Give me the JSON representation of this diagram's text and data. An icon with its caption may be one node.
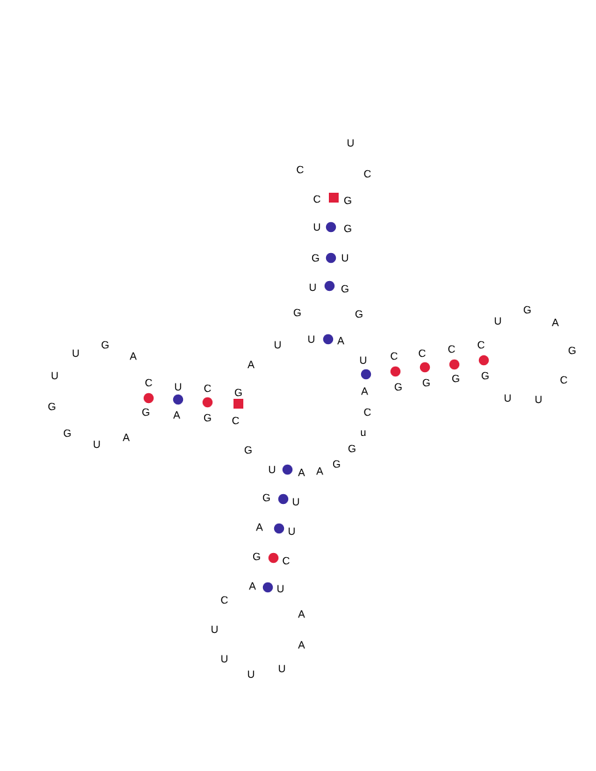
{
  "diagram": {
    "labels": [
      "U",
      "C",
      "C",
      "C",
      "G",
      "U",
      "G",
      "G",
      "U",
      "U",
      "G",
      "G",
      "G",
      "U",
      "A",
      "U",
      "U",
      "G",
      "A",
      "A",
      "U",
      "C",
      "U",
      "C",
      "G",
      "U",
      "C",
      "C",
      "C",
      "C",
      "U",
      "G",
      "A",
      "G",
      "A",
      "G",
      "G",
      "G",
      "G",
      "C",
      "U",
      "U",
      "G",
      "G",
      "A",
      "G",
      "C",
      "G",
      "U",
      "A",
      "C",
      "u",
      "G",
      "G",
      "G",
      "U",
      "A",
      "A",
      "G",
      "U",
      "A",
      "U",
      "G",
      "C",
      "A",
      "U",
      "C",
      "A",
      "U",
      "A",
      "U",
      "U",
      "U"
    ]
  }
}
